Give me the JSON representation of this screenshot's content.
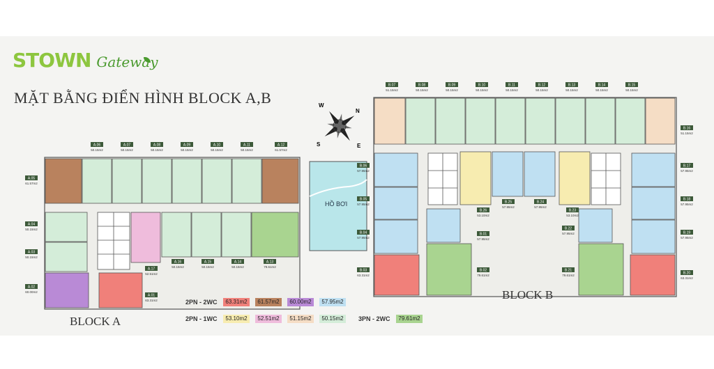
{
  "brand": {
    "name": "STOWN",
    "tagline": "Gateway"
  },
  "title": "MẶT BẰNG ĐIỂN HÌNH BLOCK A,B",
  "blocks": {
    "a": "BLOCK A",
    "b": "BLOCK B"
  },
  "pool_label": "HỒ BƠI",
  "compass": {
    "n": "N",
    "s": "S",
    "e": "E",
    "w": "W"
  },
  "colors": {
    "red": "#f0807a",
    "brown": "#b9825e",
    "purple": "#b98ad6",
    "blue": "#bfe0f2",
    "yellow": "#f7ecb0",
    "pink": "#efbcdc",
    "beige": "#f5ddc5",
    "mint": "#d4edd9",
    "green": "#a9d490",
    "pool": "#b9e6ea",
    "corridor": "#eeeeea",
    "dark": "#3d5a3a"
  },
  "legend": [
    {
      "label": "2PN - 2WC",
      "items": [
        {
          "text": "63.31m2",
          "color": "#f0807a"
        },
        {
          "text": "61.57m2",
          "color": "#b9825e"
        },
        {
          "text": "60.00m2",
          "color": "#b98ad6"
        },
        {
          "text": "57.95m2",
          "color": "#bfe0f2"
        }
      ]
    },
    {
      "label": "2PN - 1WC",
      "items": [
        {
          "text": "53.10m2",
          "color": "#f7ecb0"
        },
        {
          "text": "52.51m2",
          "color": "#efbcdc"
        },
        {
          "text": "51.15m2",
          "color": "#f5ddc5"
        },
        {
          "text": "50.15m2",
          "color": "#d4edd9"
        }
      ]
    },
    {
      "label": "3PN - 2WC",
      "items": [
        {
          "text": "79.61m2",
          "color": "#a9d490"
        }
      ]
    }
  ],
  "units_a": [
    {
      "code": "A.05",
      "area": "61.57m2",
      "color": "brown"
    },
    {
      "code": "A.06",
      "area": "50.15m2",
      "color": "mint"
    },
    {
      "code": "A.07",
      "area": "50.15m2",
      "color": "mint"
    },
    {
      "code": "A.08",
      "area": "50.15m2",
      "color": "mint"
    },
    {
      "code": "A.09",
      "area": "50.15m2",
      "color": "mint"
    },
    {
      "code": "A.10",
      "area": "50.15m2",
      "color": "mint"
    },
    {
      "code": "A.11",
      "area": "50.15m2",
      "color": "mint"
    },
    {
      "code": "A.12",
      "area": "61.57m2",
      "color": "brown"
    },
    {
      "code": "A.04",
      "area": "50.15m2",
      "color": "mint"
    },
    {
      "code": "A.03",
      "area": "50.15m2",
      "color": "mint"
    },
    {
      "code": "A.02",
      "area": "60.00m2",
      "color": "purple"
    },
    {
      "code": "A.01",
      "area": "63.31m2",
      "color": "red"
    },
    {
      "code": "A.17",
      "area": "52.51m2",
      "color": "pink"
    },
    {
      "code": "A.16",
      "area": "50.15m2",
      "color": "mint"
    },
    {
      "code": "A.15",
      "area": "50.15m2",
      "color": "mint"
    },
    {
      "code": "A.14",
      "area": "50.15m2",
      "color": "mint"
    },
    {
      "code": "A.13",
      "area": "79.61m2",
      "color": "green"
    }
  ],
  "units_b_top": [
    {
      "code": "B.07",
      "area": "51.15m2"
    },
    {
      "code": "B.08",
      "area": "50.15m2"
    },
    {
      "code": "B.09",
      "area": "50.15m2"
    },
    {
      "code": "B.10",
      "area": "50.15m2"
    },
    {
      "code": "B.11",
      "area": "50.15m2"
    },
    {
      "code": "B.12",
      "area": "50.15m2"
    },
    {
      "code": "B.13",
      "area": "50.15m2"
    },
    {
      "code": "B.14",
      "area": "50.15m2"
    },
    {
      "code": "B.15",
      "area": "50.15m2"
    }
  ],
  "units_b_other": [
    {
      "code": "B.06",
      "area": "57.95m2"
    },
    {
      "code": "B.05",
      "area": "57.95m2"
    },
    {
      "code": "B.04",
      "area": "57.95m2"
    },
    {
      "code": "B.03",
      "area": "63.31m2"
    },
    {
      "code": "B.02",
      "area": "79.61m2"
    },
    {
      "code": "B.26",
      "area": "53.10m2"
    },
    {
      "code": "B.01",
      "area": "57.95m2"
    },
    {
      "code": "B.25",
      "area": "57.95m2"
    },
    {
      "code": "B.24",
      "area": "57.95m2"
    },
    {
      "code": "B.23",
      "area": "53.10m2"
    },
    {
      "code": "B.22",
      "area": "57.95m2"
    },
    {
      "code": "B.21",
      "area": "79.61m2"
    },
    {
      "code": "B.16",
      "area": "51.15m2"
    },
    {
      "code": "B.17",
      "area": "57.95m2"
    },
    {
      "code": "B.18",
      "area": "57.95m2"
    },
    {
      "code": "B.19",
      "area": "57.95m2"
    },
    {
      "code": "B.20",
      "area": "63.31m2"
    }
  ]
}
